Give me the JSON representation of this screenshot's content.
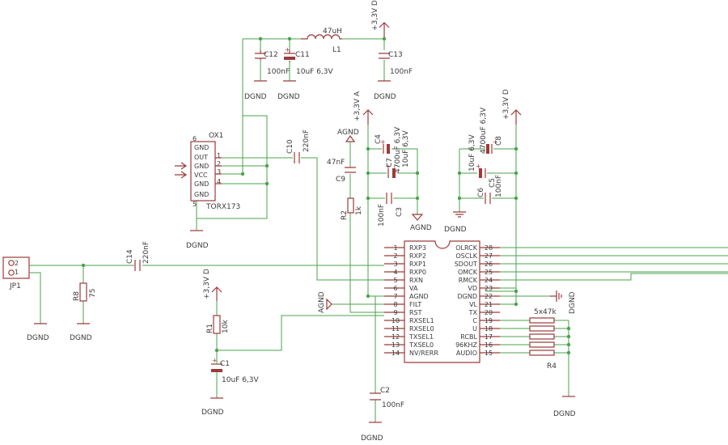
{
  "labels": {
    "c12": "C12",
    "c12_val": "100nF",
    "c11": "C11",
    "c11_val": "10uF 6,3V",
    "l1": "L1",
    "l1_val": "47uH",
    "c13": "C13",
    "c13_val": "100nF",
    "pwr_top": "+3,3V D",
    "dgnd": "DGND",
    "agnd": "AGND",
    "ox1": "OX1",
    "ox1_part": "TORX173",
    "ox1_pins": [
      "GND",
      "OUT",
      "GND",
      "VCC",
      "GND",
      "GND"
    ],
    "ox1_nums": [
      "6",
      "1",
      "2",
      "3",
      "4",
      "5"
    ],
    "c10": "C10",
    "c10_val": "220nF",
    "pwr_a": "+3,3V A",
    "c4": "C4",
    "c4_val": "4700uF 6,3V",
    "c7": "C7",
    "c7_val": "10uF 6,3V",
    "c9": "C9",
    "c9_val": "47nF",
    "r2": "R2",
    "r2_val": "1k",
    "c3": "C3",
    "c3_val": "100nF",
    "pwr_d2": "+3,3V D",
    "c8": "C8",
    "c8_val": "4700uF 6,3V",
    "c5": "C5",
    "c5_val": "10uF 6,3V",
    "c6": "C6",
    "c6_val": "100nF",
    "jp1": "JP1",
    "r8": "R8",
    "r8_val": "75",
    "c14": "C14",
    "c14_val": "220nF",
    "pwr_d3": "+3,3V D",
    "r1": "R1",
    "r1_val": "10k",
    "c1": "C1",
    "c1_val": "10uF 6,3V",
    "c2": "C2",
    "c2_val": "100nF",
    "r4": "R4",
    "r4_val": "5x47k",
    "ic_left_nums": [
      "1",
      "2",
      "3",
      "4",
      "5",
      "6",
      "7",
      "8",
      "9",
      "10",
      "11",
      "12",
      "13",
      "14"
    ],
    "ic_left_pins": [
      "RXP3",
      "RXP2",
      "RXP1",
      "RXP0",
      "RXN",
      "VA",
      "AGND",
      "FILT",
      "RST",
      "RXSEL1",
      "RXSEL0",
      "TXSEL1",
      "TXSEL0",
      "NV/RERR"
    ],
    "ic_right_nums": [
      "28",
      "27",
      "26",
      "25",
      "24",
      "23",
      "22",
      "21",
      "20",
      "19",
      "18",
      "17",
      "16",
      "15"
    ],
    "ic_right_pins": [
      "OLRCK",
      "OSCLK",
      "SDOUT",
      "OMCK",
      "RMCK",
      "VD",
      "DGND",
      "VL",
      "TX",
      "C",
      "U",
      "RCBL",
      "96KHZ",
      "AUDIO"
    ]
  }
}
